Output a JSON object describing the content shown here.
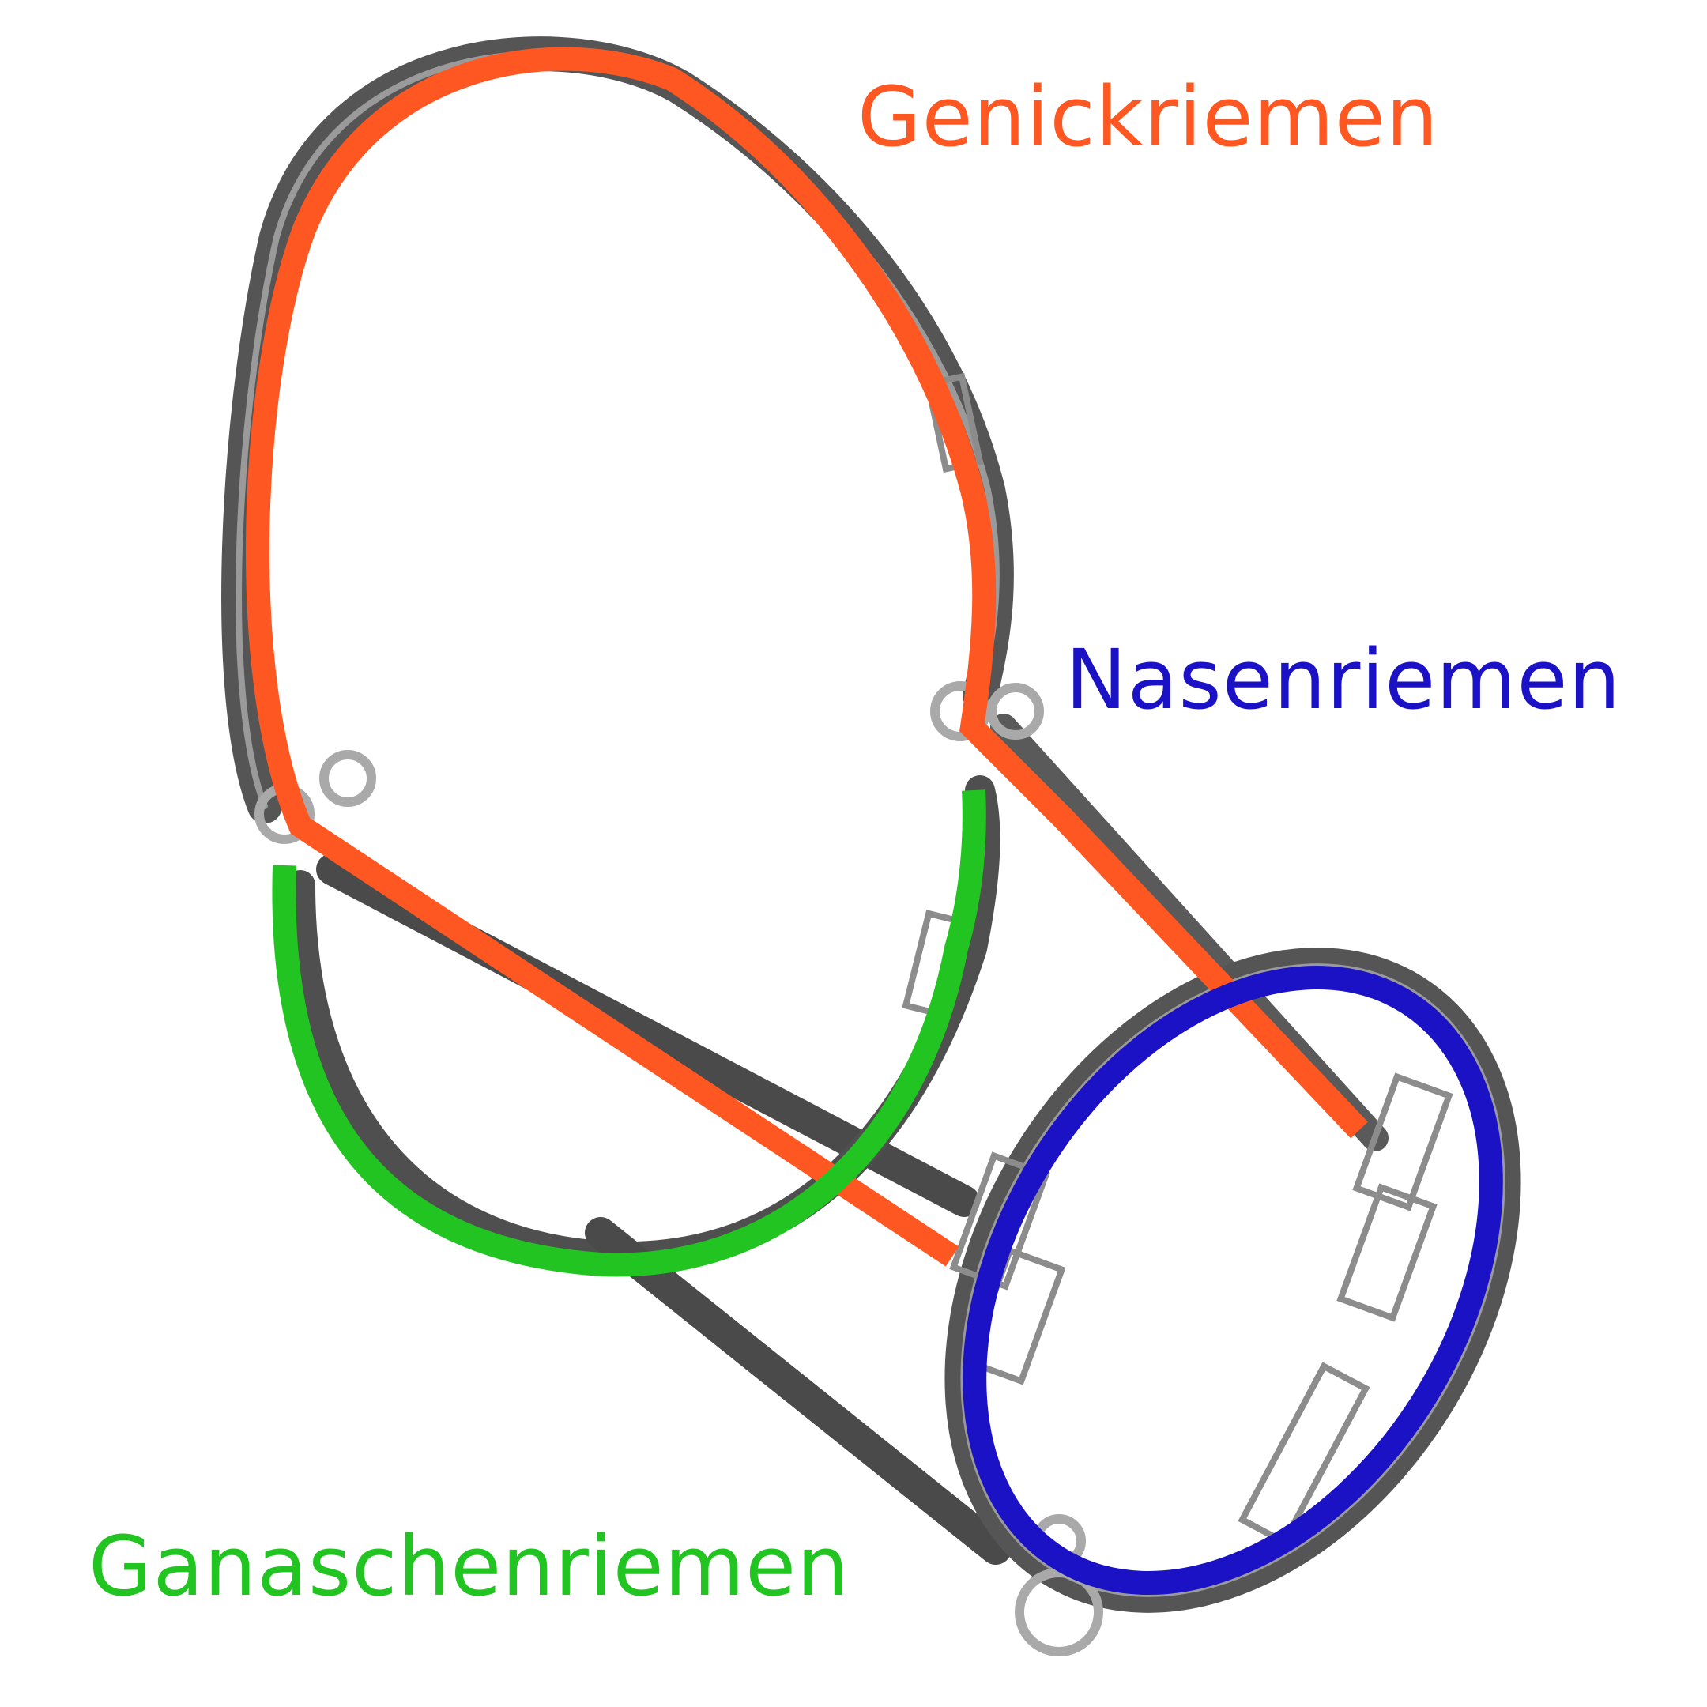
{
  "labels": {
    "genickriemen": "Genickriemen",
    "nasenriemen": "Nasenriemen",
    "ganaschenriemen": "Ganaschenriemen"
  },
  "colors": {
    "genickriemen": "#FF5722",
    "nasenriemen": "#1A12C4",
    "ganaschenriemen": "#22C422",
    "leather": "#4a4a4a",
    "leather_edge": "#8a8a8a",
    "metal": "#b8b8b8"
  },
  "icons": {
    "strap": "halter-strap-shape",
    "ring": "metal-ring-icon",
    "buckle": "buckle-icon"
  }
}
